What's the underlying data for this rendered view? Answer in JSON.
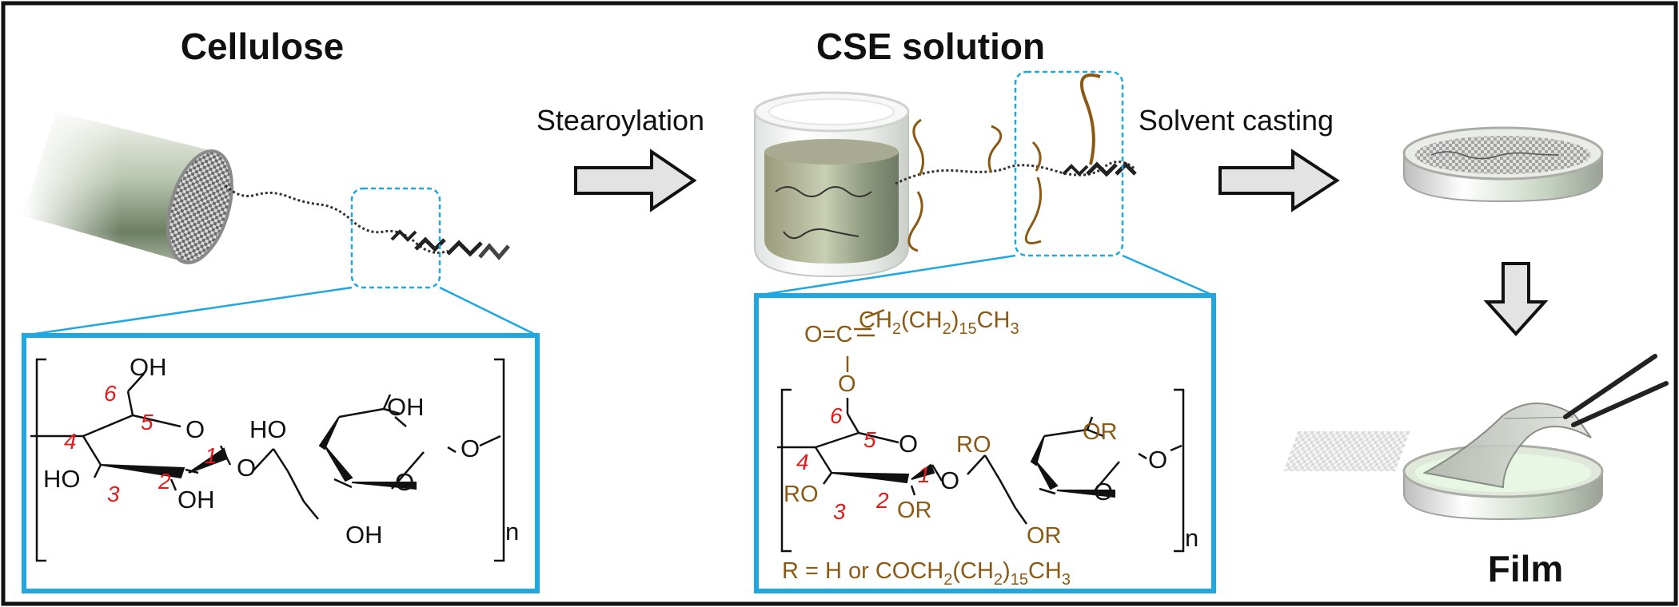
{
  "titles": {
    "cellulose": "Cellulose",
    "cse": "CSE solution",
    "film": "Film"
  },
  "steps": {
    "stearoylation": "Stearoylation",
    "casting": "Solvent casting"
  },
  "cellulose_struct": {
    "oh_top": "OH",
    "oh_right_top": "OH",
    "ho_right": "HO",
    "ho_left": "HO",
    "oh_c2": "OH",
    "oh_bottom": "OH",
    "ring_o1": "O",
    "ring_o2": "O",
    "glyco_o": "O",
    "end_o": "O",
    "n": "n",
    "positions": [
      "6",
      "5",
      "4",
      "3",
      "2",
      "1"
    ]
  },
  "cse_struct": {
    "chain_top": "CH2(CH2)15CH3",
    "carbonyl": "O=C",
    "ester_o": "O",
    "ro_left": "RO",
    "or_top": "OR",
    "ro_c3": "RO",
    "or_c2": "OR",
    "or_bottom": "OR",
    "ring_o1": "O",
    "ring_o2": "O",
    "glyco_o": "O",
    "end_o": "O",
    "n": "n",
    "r_def": "R = H or COCH2(CH2)15CH3",
    "positions": [
      "6",
      "5",
      "4",
      "3",
      "2",
      "1"
    ]
  },
  "colors": {
    "frame": "#111111",
    "zoom_box": "#1ea7e1",
    "position_numbers": "#e01b1b",
    "stearoyl": "#8a5a14",
    "arrow_fill": "#e3e3e3"
  },
  "icons": [
    "fiber-cylinder-icon",
    "cellulose-chain-icon",
    "vial-icon",
    "stearoyl-chain-icon",
    "petri-dish-icon",
    "film-peel-icon",
    "tweezers-icon",
    "arrow-right-icon",
    "arrow-down-icon"
  ]
}
